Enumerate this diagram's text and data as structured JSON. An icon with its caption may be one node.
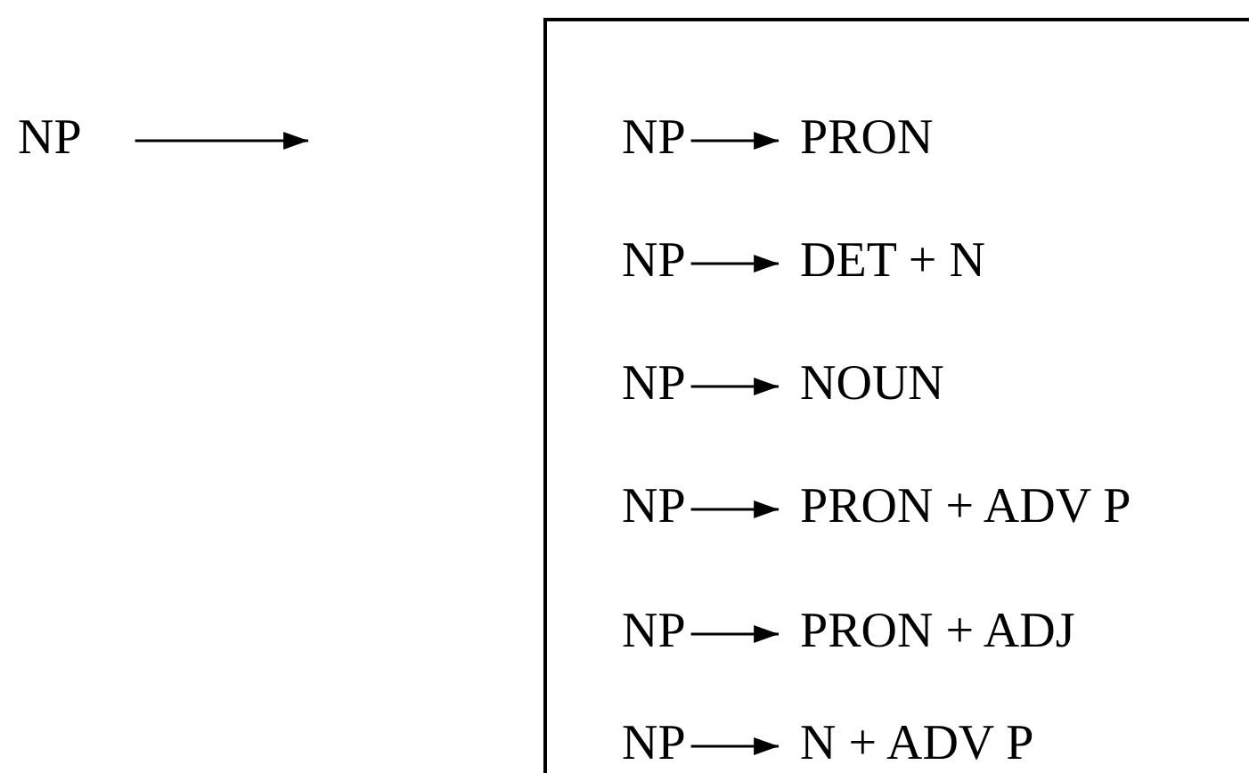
{
  "diagram": {
    "nodes": [
      {
        "text": [
          "NP"
        ]
      },
      {
        "text": [],
        "shape": "box"
      },
      {
        "text": [
          "NP"
        ],
        "in": 1
      },
      {
        "text": [
          "PRON"
        ],
        "in": 1
      },
      {
        "text": [
          "NP"
        ],
        "in": 1
      },
      {
        "text": [
          "DET + N"
        ],
        "in": 1
      },
      {
        "text": [
          "NP"
        ],
        "in": 1
      },
      {
        "text": [
          "NOUN"
        ],
        "in": 1
      },
      {
        "text": [
          "NP"
        ],
        "in": 1
      },
      {
        "text": [
          "PRON + ADV P"
        ],
        "in": 1
      },
      {
        "text": [
          "NP"
        ],
        "in": 1
      },
      {
        "text": [
          "PRON + ADJ"
        ],
        "in": 1
      },
      {
        "text": [
          "NP"
        ],
        "in": 1
      },
      {
        "text": [
          "N + ADV P"
        ],
        "in": 1
      }
    ],
    "edges": [
      {
        "from": 0,
        "to": null,
        "arrow": "to"
      },
      {
        "from": 2,
        "to": 3,
        "arrow": "to"
      },
      {
        "from": 4,
        "to": 5,
        "arrow": "to"
      },
      {
        "from": 6,
        "to": 7,
        "arrow": "to"
      },
      {
        "from": 8,
        "to": 9,
        "arrow": "to"
      },
      {
        "from": 10,
        "to": 11,
        "arrow": "to"
      },
      {
        "from": 12,
        "to": 13,
        "arrow": "to"
      }
    ]
  }
}
